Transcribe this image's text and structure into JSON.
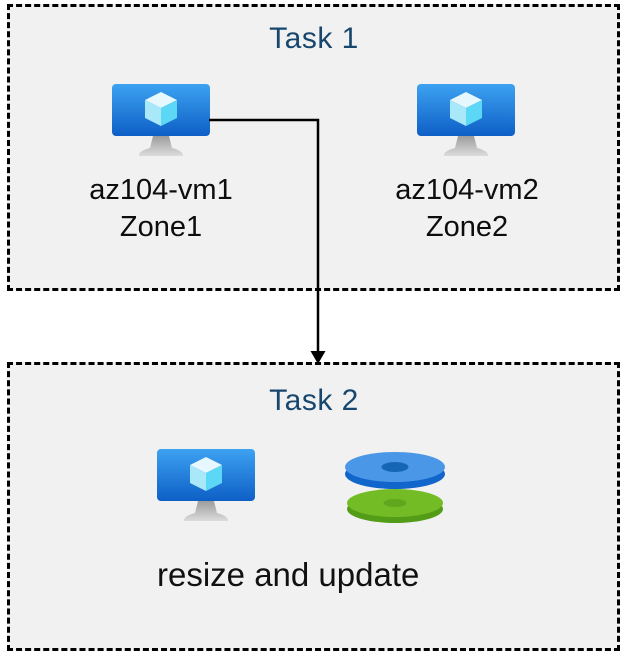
{
  "diagram": {
    "task1": {
      "title": "Task 1",
      "vms": [
        {
          "name": "az104-vm1",
          "zone": "Zone1"
        },
        {
          "name": "az104-vm2",
          "zone": "Zone2"
        }
      ]
    },
    "task2": {
      "title": "Task 2",
      "caption": "resize and update"
    },
    "icons": {
      "vm": "azure-virtual-machine-icon",
      "disks": "azure-managed-disks-icon",
      "arrow": "flow-arrow-down"
    },
    "colors": {
      "title_navy": "#17476E",
      "box_background": "#F1F1F1",
      "box_border": "#000000",
      "vm_screen_top": "#3DA2F1",
      "vm_screen_bottom": "#0E5FC6",
      "cube_top": "#E6F8FE",
      "cube_left": "#A9E8F8",
      "cube_right": "#5CD7F5",
      "disk_blue_top": "#4B97E7",
      "disk_blue_side": "#1165CB",
      "disk_green_top": "#73BC25",
      "disk_green_side": "#539C18"
    }
  }
}
